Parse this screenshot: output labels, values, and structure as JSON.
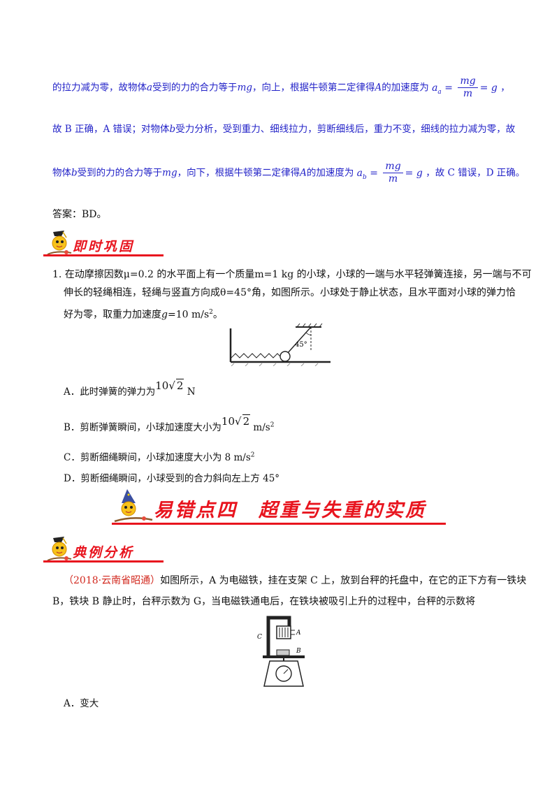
{
  "solution": {
    "line1_pre": "的拉力减为零，故物体",
    "line1_a": "a",
    "line1_mid": "受到的力的合力等于",
    "line1_mg": "mg",
    "line1_post": "，向上，根据牛顿第二定律得",
    "line1_A": "A",
    "line1_end": "的加速度为",
    "eq1_lhs": "a",
    "eq1_sub": "a",
    "eq1_num": "mg",
    "eq1_den": "m",
    "eq1_rhs": "= g",
    "line1_tail": "，",
    "line2": "故 B 正确，A 错误；对物体",
    "line2_b": "b",
    "line2_rest": "受力分析，受到重力、细线拉力，剪断细线后，重力不变，细线的拉力减为零，故",
    "line3_pre": "物体",
    "line3_b": "b",
    "line3_mid": "受到的力的合力等于",
    "line3_mg": "mg",
    "line3_post": "，向下，根据牛顿第二定律得",
    "line3_A": "A",
    "line3_end": "的加速度为",
    "eq2_lhs": "a",
    "eq2_sub": "b",
    "eq2_num": "mg",
    "eq2_den": "m",
    "eq2_rhs": "= g",
    "line3_tail": "，故 C 错误，D 正确。"
  },
  "answer": "答案：BD。",
  "section1": {
    "title": "即时巩固"
  },
  "question1": {
    "line1": "1. 在动摩擦因数μ=0.2 的水平面上有一个质量m=1 kg 的小球，小球的一端与水平轻弹簧连接，另一端与不可",
    "line2": "伸长的轻绳相连，轻绳与竖直方向成θ=45°角，如图所示。小球处于静止状态，且水平面对小球的弹力恰",
    "line3_pre": "好为零，取重力加速度",
    "line3_g": "g",
    "line3_post": "=10 m/s",
    "line3_sup": "2",
    "line3_end": "。",
    "figure_angle": "45°"
  },
  "options1": {
    "A_pre": "A．此时弹簧的弹力为",
    "A_val": "10",
    "A_rad": "2",
    "A_unit": "N",
    "B_pre": "B．剪断弹簧瞬间，小球加速度大小为",
    "B_val": "10",
    "B_rad": "2",
    "B_unit": "m/s",
    "B_sup": "2",
    "C_text": "C．剪断细绳瞬间，小球加速度大小为 8 m/s",
    "C_sup": "2",
    "D_text": "D．剪断细绳瞬间，小球受到的合力斜向左上方 45°"
  },
  "section2": {
    "title": "易错点四　超重与失重的实质"
  },
  "section3": {
    "title": "典例分析"
  },
  "example": {
    "source": "（2018·云南省昭通）",
    "line1_rest": "如图所示，A 为电磁铁，挂在支架 C 上，放到台秤的托盘中，在它的正下方有一铁块",
    "line2": "B，铁块 B 静止时，台秤示数为 G，当电磁铁通电后，在铁块被吸引上升的过程中，台秤的示数将",
    "fig_A": "A",
    "fig_B": "B",
    "fig_C": "C"
  },
  "options2": {
    "A_text": "A．变大"
  },
  "colors": {
    "blue_text": "#2323c8",
    "red_heading": "#e8141e"
  }
}
